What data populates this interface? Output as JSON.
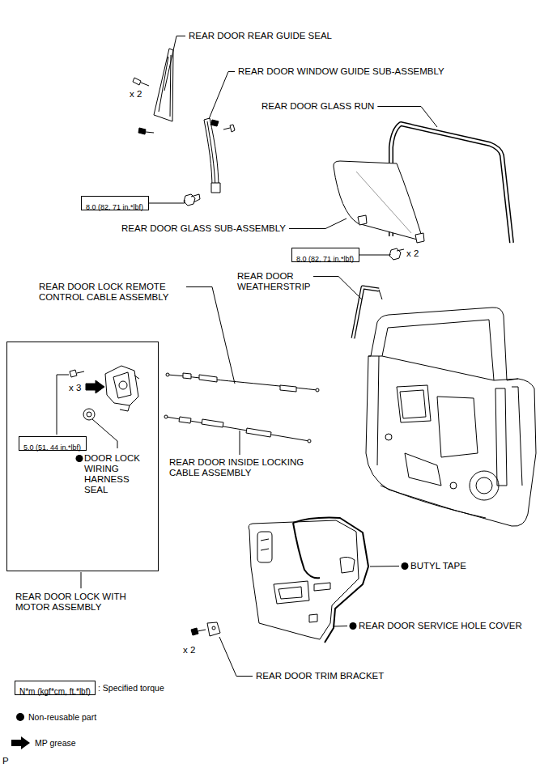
{
  "diagram": {
    "nodes": [
      {
        "text": [
          "8.0 (82, 71 in.*lbf)"
        ]
      },
      {
        "text": [
          "8.0 (82, 71 in.*lbf)"
        ]
      },
      {
        "text": [
          "x 3",
          "DOOR LOCK WIRING HARNESS SEAL",
          "REAR DOOR LOCK WITH MOTOR ASSEMBLY"
        ]
      },
      {
        "text": [
          "5.0 (51, 44 in.*lbf)"
        ],
        "in": 2
      },
      {
        "text": [
          "N*m (kgf*cm, ft.*lbf)"
        ]
      }
    ],
    "labels": [
      "REAR DOOR REAR GUIDE SEAL",
      "x 2",
      "REAR DOOR WINDOW GUIDE SUB-ASSEMBLY",
      "REAR DOOR GLASS RUN",
      "REAR DOOR GLASS SUB-ASSEMBLY",
      "x 2",
      "REAR DOOR LOCK REMOTE CONTROL CABLE ASSEMBLY",
      "REAR DOOR WEATHERSTRIP",
      "REAR DOOR INSIDE LOCKING CABLE ASSEMBLY",
      "BUTYL TAPE",
      "REAR DOOR SERVICE HOLE COVER",
      "x 2",
      "REAR DOOR TRIM BRACKET",
      "P"
    ],
    "legend": [
      {
        "text": ": Specified torque"
      },
      {
        "text": "Non-reusable part",
        "color": "#000000"
      },
      {
        "text": "MP grease"
      }
    ]
  }
}
